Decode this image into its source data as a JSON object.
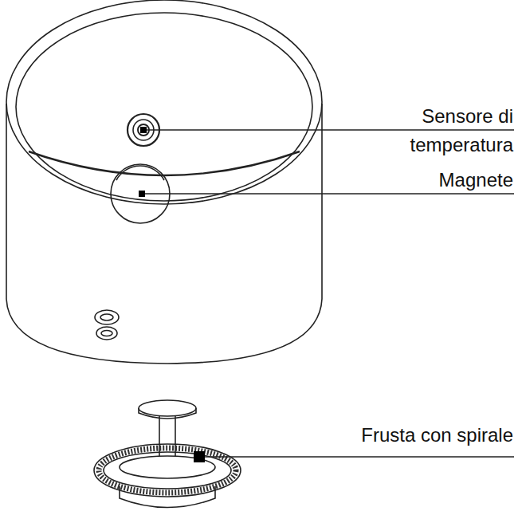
{
  "diagram": {
    "labels": [
      "Sensore di temperatura",
      "Magnete",
      "Frusta con spirale"
    ]
  }
}
